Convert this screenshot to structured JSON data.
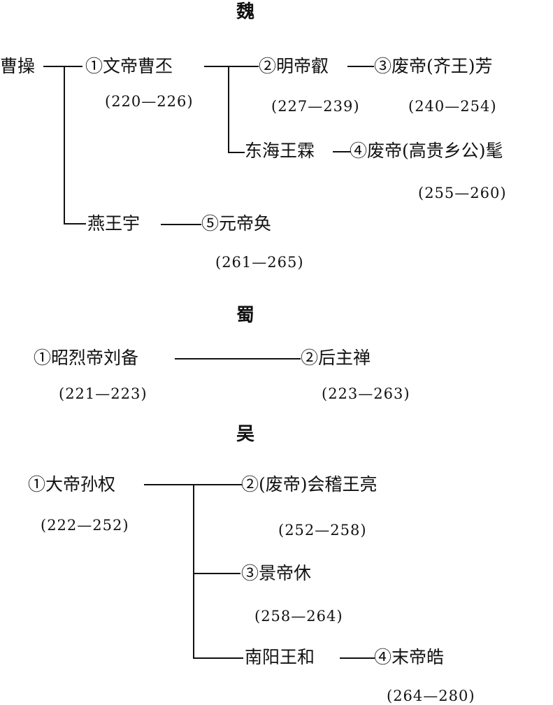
{
  "wei": {
    "title": "魏",
    "caocao": "曹操",
    "wendi": "①文帝曹丕",
    "wendi_years": "(220—226)",
    "mingdi": "②明帝叡",
    "mingdi_years": "(227—239)",
    "feidi_qi": "③废帝(齐王)芳",
    "feidi_qi_years": "(240—254)",
    "donghai": "东海王霖",
    "feidi_gao": "④废帝(高贵乡公)髦",
    "feidi_gao_years": "(255—260)",
    "yanwang": "燕王宇",
    "yuandi": "⑤元帝奂",
    "yuandi_years": "(261—265)"
  },
  "shu": {
    "title": "蜀",
    "zhaolie": "①昭烈帝刘备",
    "zhaolie_years": "(221—223)",
    "houzhu": "②后主禅",
    "houzhu_years": "(223—263)"
  },
  "wu": {
    "title": "吴",
    "dadi": "①大帝孙权",
    "dadi_years": "(222—252)",
    "kuaiji": "②(废帝)会稽王亮",
    "kuaiji_years": "(252—258)",
    "jingdi": "③景帝休",
    "jingdi_years": "(258—264)",
    "nanyang": "南阳王和",
    "modi": "④末帝皓",
    "modi_years": "(264—280)"
  }
}
